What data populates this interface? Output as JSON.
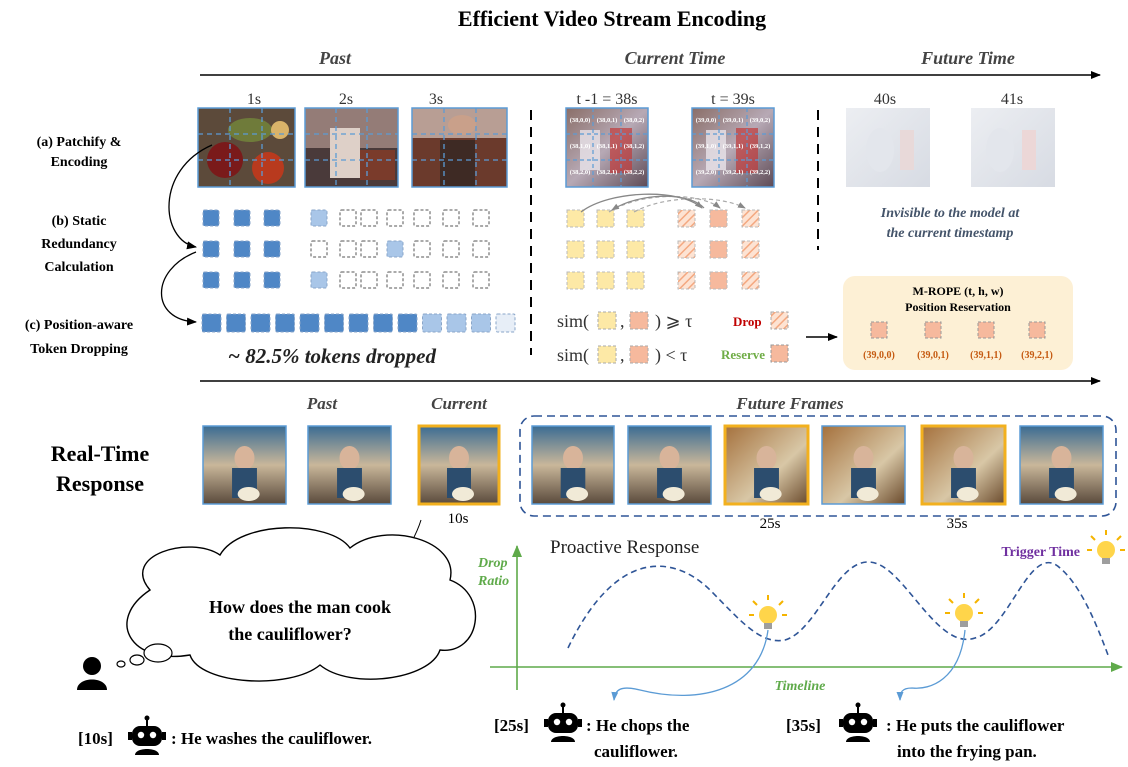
{
  "title": "Efficient Video Stream Encoding",
  "timeline_top": {
    "past": "Past",
    "current": "Current Time",
    "future": "Future Time"
  },
  "frame_labels": {
    "past": [
      "1s",
      "2s",
      "3s"
    ],
    "current": [
      "t -1 = 38s",
      "t = 39s"
    ],
    "future": [
      "40s",
      "41s"
    ]
  },
  "patch_labels_prev": [
    "(38,0,0)",
    "(38,0,1)",
    "(38,0,2)",
    "(38,1,0)",
    "(38,1,1)",
    "(38,1,2)",
    "(38,2,0)",
    "(38,2,1)",
    "(38,2,2)"
  ],
  "patch_labels_curr": [
    "(39,0,0)",
    "(39,0,1)",
    "(39,0,2)",
    "(39,1,0)",
    "(39,1,1)",
    "(39,1,2)",
    "(39,2,0)",
    "(39,2,1)",
    "(39,2,2)"
  ],
  "steps": {
    "a": [
      "(a) Patchify &",
      "Encoding"
    ],
    "b": [
      "(b) Static",
      "Redundancy",
      "Calculation"
    ],
    "c": [
      "(c) Position-aware",
      "Token Dropping"
    ]
  },
  "invisible_note": [
    "Invisible to the model at",
    "the current timestamp"
  ],
  "tokens_dropped": "~ 82.5%  tokens dropped",
  "similarity": {
    "sim": "sim(",
    "close_ge": ") ⩾ τ",
    "close_lt": ") < τ",
    "comma": ",",
    "drop": "Drop",
    "reserve": "Reserve"
  },
  "mrope": {
    "title_line1": "M-ROPE (t, h, w)",
    "title_line2": "Position Reservation",
    "positions": [
      "(39,0,0)",
      "(39,0,1)",
      "(39,1,1)",
      "(39,2,1)"
    ]
  },
  "realtime": {
    "label_line1": "Real-Time",
    "label_line2": "Response",
    "past": "Past",
    "current": "Current",
    "future": "Future Frames",
    "time_10": "10s",
    "time_25": "25s",
    "time_35": "35s"
  },
  "question": [
    "How does the man  cook",
    "the cauliflower?"
  ],
  "proactive_title": "Proactive Response",
  "trigger_time": "Trigger Time",
  "y_axis": [
    "Drop",
    "Ratio"
  ],
  "x_axis": "Timeline",
  "responses": [
    {
      "time": "[10s]",
      "text": [
        ": He washes the cauliflower."
      ]
    },
    {
      "time": "[25s]",
      "text": [
        ": He chops the",
        "cauliflower."
      ]
    },
    {
      "time": "[35s]",
      "text": [
        ": He puts the cauliflower",
        "into the frying pan."
      ]
    }
  ],
  "colors": {
    "blue_token": "#4f87c6",
    "light_blue_token": "#a9c6e8",
    "yellow_token": "#fde9a6",
    "orange_token": "#f6b99d",
    "highlight_border": "#f2b01e",
    "drop_red": "#c00000",
    "reserve_green": "#70ad47",
    "mrope_bg": "#fdf0d5",
    "mrope_text": "#c55a11",
    "axis_green": "#5faa4a",
    "trigger_purple": "#7030a0",
    "dashed_blue": "#2f5597"
  }
}
